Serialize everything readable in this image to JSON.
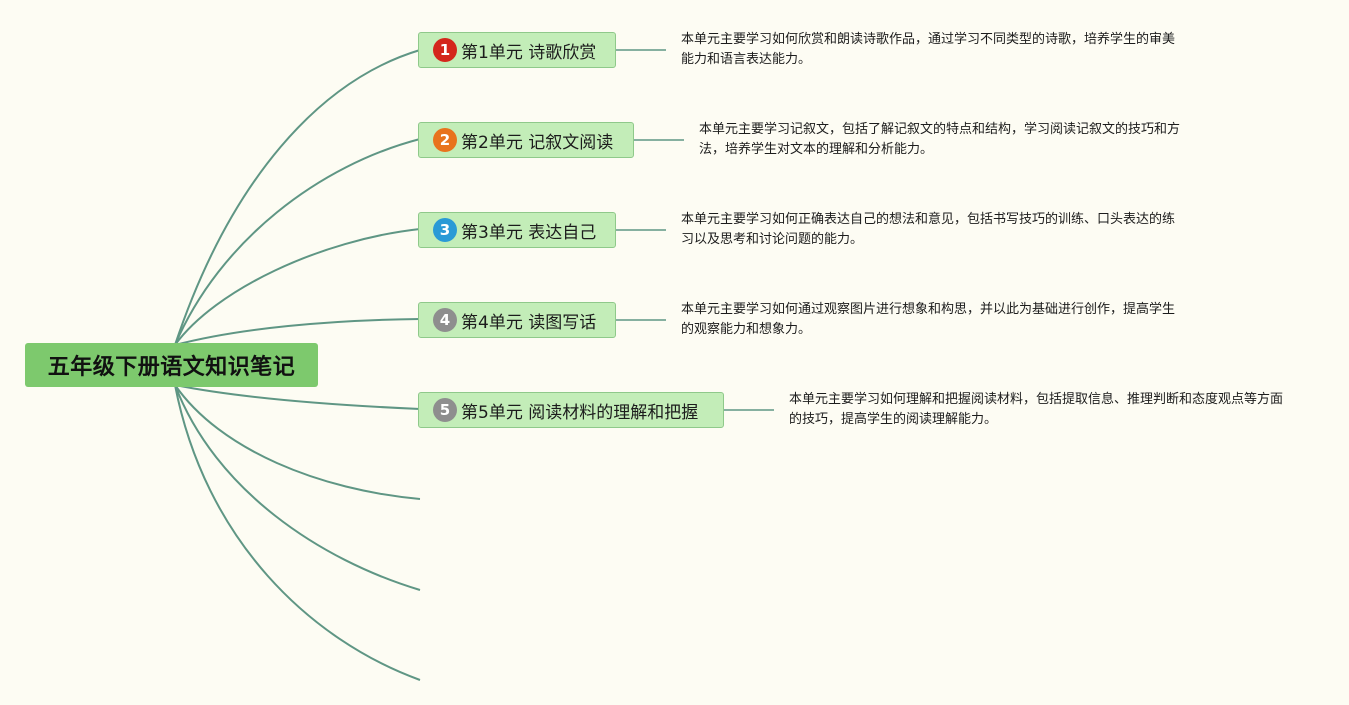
{
  "root": {
    "title": "五年级下册语文知识笔记"
  },
  "topics": [
    {
      "number": "1",
      "label": "第1单元 诗歌欣赏",
      "badge_color": "#d4261c",
      "note": "本单元主要学习如何欣赏和朗读诗歌作品，通过学习不同类型的诗歌，培养学生的审美能力和语言表达能力。"
    },
    {
      "number": "2",
      "label": "第2单元 记叙文阅读",
      "badge_color": "#e8731d",
      "note": "本单元主要学习记叙文，包括了解记叙文的特点和结构，学习阅读记叙文的技巧和方法，培养学生对文本的理解和分析能力。"
    },
    {
      "number": "3",
      "label": "第3单元 表达自己",
      "badge_color": "#2a9ad6",
      "note": "本单元主要学习如何正确表达自己的想法和意见，包括书写技巧的训练、口头表达的练习以及思考和讨论问题的能力。"
    },
    {
      "number": "4",
      "label": "第4单元 读图写话",
      "badge_color": "#8e8e8e",
      "note": "本单元主要学习如何通过观察图片进行想象和构思，并以此为基础进行创作，提高学生的观察能力和想象力。"
    },
    {
      "number": "5",
      "label": "第5单元 阅读材料的理解和把握",
      "badge_color": "#8e8e8e",
      "note": "本单元主要学习如何理解和把握阅读材料，包括提取信息、推理判断和态度观点等方面的技巧，提高学生的阅读理解能力。"
    }
  ],
  "colors": {
    "background": "#fdfcf3",
    "root_fill": "#7dc96d",
    "topic_fill": "#c3edb8",
    "topic_border": "#8fc98a",
    "line": "#5f9684"
  }
}
